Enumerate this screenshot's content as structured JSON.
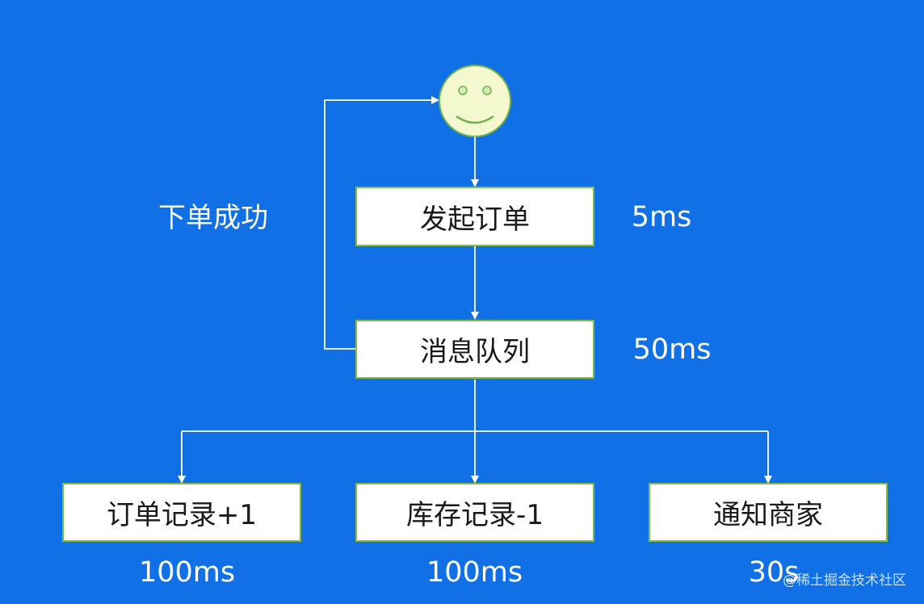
{
  "nodes": {
    "start": "发起订单",
    "queue": "消息队列",
    "order_record": "订单记录+1",
    "stock_record": "库存记录-1",
    "notify": "通知商家"
  },
  "labels": {
    "success": "下单成功"
  },
  "timings": {
    "start": "5ms",
    "queue": "50ms",
    "order_record": "100ms",
    "stock_record": "100ms",
    "notify": "30s"
  },
  "watermark": "@稀土掘金技术社区",
  "colors": {
    "background": "#1170e6",
    "box_fill": "#ffffff",
    "box_border": "#7fbf3f",
    "smiley_fill": "#f3f8cf",
    "smiley_stroke": "#5fa84a",
    "arrow": "#ffffff"
  },
  "icons": {
    "user": "smiley-face-icon"
  }
}
